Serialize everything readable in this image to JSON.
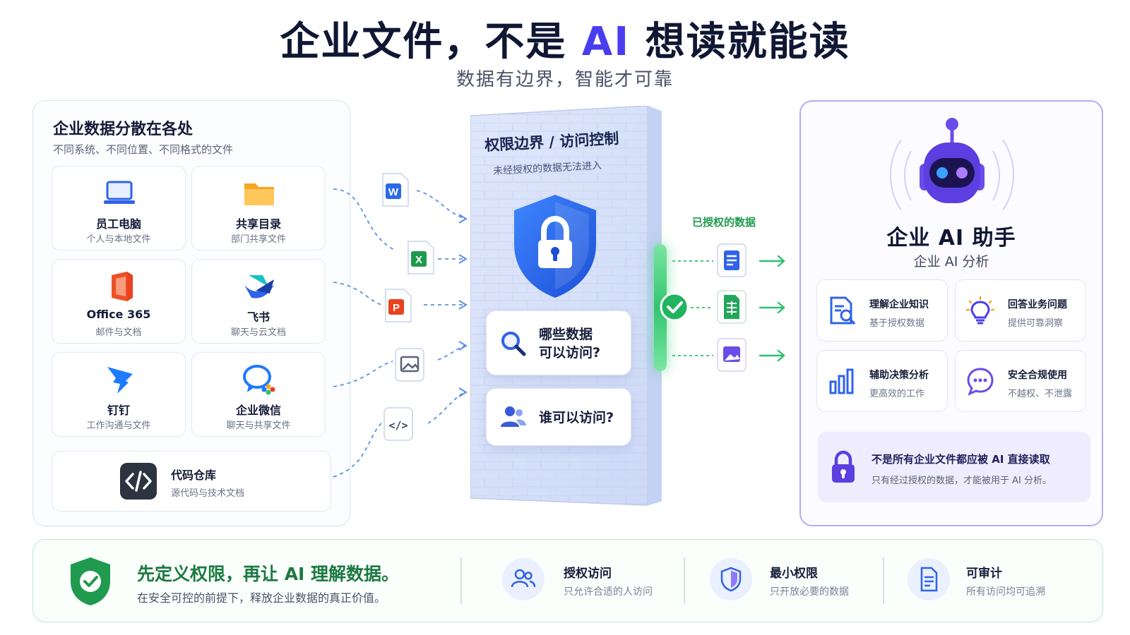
{
  "header": {
    "title_part1": "企业文件，不是 ",
    "title_ai": "AI",
    "title_part2": " 想读就能读",
    "subtitle": "数据有边界，智能才可靠"
  },
  "sources": {
    "title": "企业数据分散在各处",
    "subtitle": "不同系统、不同位置、不同格式的文件",
    "items": [
      {
        "name": "员工电脑",
        "desc": "个人与本地文件",
        "icon": "laptop-icon"
      },
      {
        "name": "共享目录",
        "desc": "部门共享文件",
        "icon": "folder-icon"
      },
      {
        "name": "Office 365",
        "desc": "邮件与文档",
        "icon": "office-icon"
      },
      {
        "name": "飞书",
        "desc": "聊天与云文档",
        "icon": "feishu-icon"
      },
      {
        "name": "钉钉",
        "desc": "工作沟通与文件",
        "icon": "dingtalk-icon"
      },
      {
        "name": "企业微信",
        "desc": "聊天与共享文件",
        "icon": "wecom-icon"
      },
      {
        "name": "代码仓库",
        "desc": "源代码与技术文档",
        "icon": "code-icon"
      }
    ]
  },
  "file_types": {
    "word": "W",
    "excel": "X",
    "ppt": "P",
    "code": "</>"
  },
  "boundary": {
    "title": "权限边界 / 访问控制",
    "subtitle": "未经授权的数据无法进入",
    "q1_line1": "哪些数据",
    "q1_line2": "可以访问?",
    "q2": "谁可以访问?"
  },
  "authorized_label": "已授权的数据",
  "assistant": {
    "title": "企业 AI 助手",
    "subtitle": "企业 AI 分析",
    "cards": [
      {
        "title": "理解企业知识",
        "desc": "基于授权数据"
      },
      {
        "title": "回答业务问题",
        "desc": "提供可靠洞察"
      },
      {
        "title": "辅助决策分析",
        "desc": "更高效的工作"
      },
      {
        "title": "安全合规使用",
        "desc": "不越权、不泄露"
      }
    ],
    "warning_title": "不是所有企业文件都应被 AI 直接读取",
    "warning_desc": "只有经过授权的数据，才能被用于 AI 分析。"
  },
  "footer": {
    "main": "先定义权限，再让 AI 理解数据。",
    "main_sub": "在安全可控的前提下，释放企业数据的真正价值。",
    "features": [
      {
        "title": "授权访问",
        "desc": "只允许合适的人访问"
      },
      {
        "title": "最小权限",
        "desc": "只开放必要的数据"
      },
      {
        "title": "可审计",
        "desc": "所有访问均可追溯"
      }
    ]
  },
  "colors": {
    "accent": "#4a3df0",
    "green": "#1f9a4e",
    "blue": "#2f63e8",
    "purple": "#7a5af5"
  }
}
